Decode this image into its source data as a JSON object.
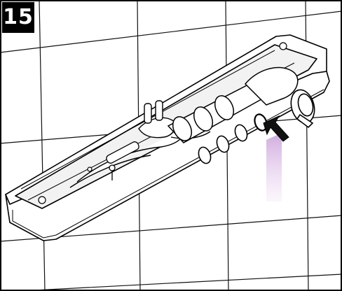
{
  "step": {
    "number": "15"
  },
  "colors": {
    "frame": "#000000",
    "tile_grout": "#111111",
    "tile_face": "#ffffff",
    "badge_background": "#000000",
    "badge_text": "#ffffff",
    "light_beam": "#d9b3e0",
    "arrow": "#111111"
  },
  "icons": {
    "step_badge": "step-number-badge",
    "push_arrow": "push-arrow-icon",
    "light_beam": "light-beam-indicator",
    "control_knob": "control-knob"
  }
}
